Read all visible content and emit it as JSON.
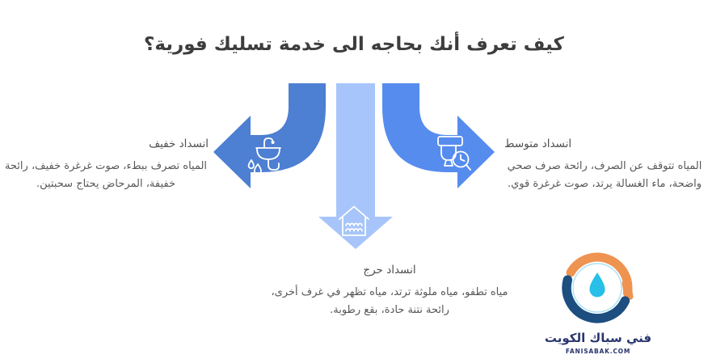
{
  "title": "كيف تعرف أنك بحاجه الى خدمة تسليك فورية؟",
  "sections": [
    {
      "id": "light",
      "heading": "انسداد خفيف",
      "body": "المياه تصرف ببطء، صوت غرغرة خفيف، رائحة خفيفة، المرحاض يحتاج سحبتين.",
      "icon": "sink-icon"
    },
    {
      "id": "medium",
      "heading": "انسداد متوسط",
      "body": "المياه تتوقف عن الصرف، رائحة صرف صحي واضحة، ماء الغسالة يرتد، صوت غرغرة قوي.",
      "icon": "toilet-clock-icon"
    },
    {
      "id": "critical",
      "heading": "انسداد حرج",
      "body": "مياه تطفو، مياه ملوثة ترتد، مياه تظهر في غرف أخرى، رائحة نتنة حادة، بقع رطوبة.",
      "icon": "flooded-house-icon"
    }
  ],
  "logo": {
    "name": "فني سباك الكويت",
    "domain": "FANISABAK.COM"
  },
  "colors": {
    "title_text": "#3d3d3d",
    "heading_text": "#4f4f4f",
    "body_text": "#575757",
    "arrow_left": "#4d7fd2",
    "arrow_right": "#568cee",
    "arrow_down": "#a7c5fa",
    "logo_orange": "#ef9350",
    "logo_navy": "#1c4e80",
    "logo_navy_text": "#28356e",
    "logo_drop_cyan": "#28bfe8",
    "logo_inner_ring": "#8ed8f0"
  }
}
